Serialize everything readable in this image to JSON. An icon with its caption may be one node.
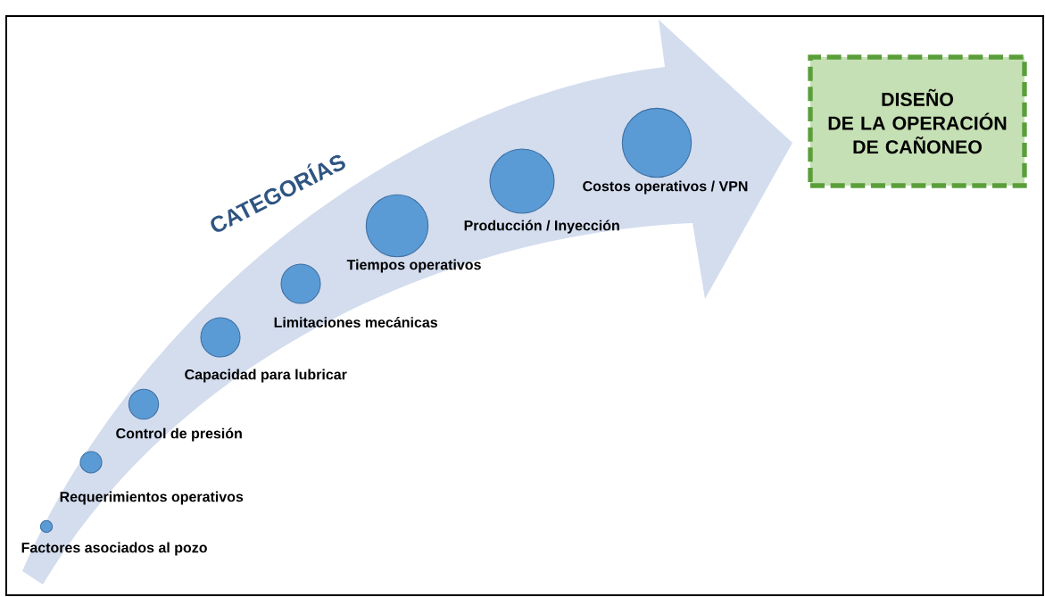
{
  "diagram": {
    "nodes": [
      {
        "text": [
          "CATEGORÍAS"
        ]
      },
      {
        "text": [],
        "shape": "circle",
        "in": 0,
        "beside": [
          "Factores asociados al pozo"
        ]
      },
      {
        "text": [],
        "shape": "circle",
        "in": 0,
        "beside": [
          "Requerimientos operativos"
        ]
      },
      {
        "text": [],
        "shape": "circle",
        "in": 0,
        "beside": [
          "Control de presión"
        ]
      },
      {
        "text": [],
        "shape": "circle",
        "in": 0,
        "beside": [
          "Capacidad para lubricar"
        ]
      },
      {
        "text": [],
        "shape": "circle",
        "in": 0,
        "beside": [
          "Limitaciones mecánicas"
        ]
      },
      {
        "text": [],
        "shape": "circle",
        "in": 0,
        "beside": [
          "Tiempos operativos"
        ]
      },
      {
        "text": [],
        "shape": "circle",
        "in": 0,
        "beside": [
          "Producción / Inyección"
        ]
      },
      {
        "text": [],
        "shape": "circle",
        "in": 0,
        "beside": [
          "Costos operativos / VPN"
        ]
      },
      {
        "text": [
          "DISEÑO",
          "DE LA OPERACIÓN DE CAÑONEO"
        ]
      }
    ]
  }
}
